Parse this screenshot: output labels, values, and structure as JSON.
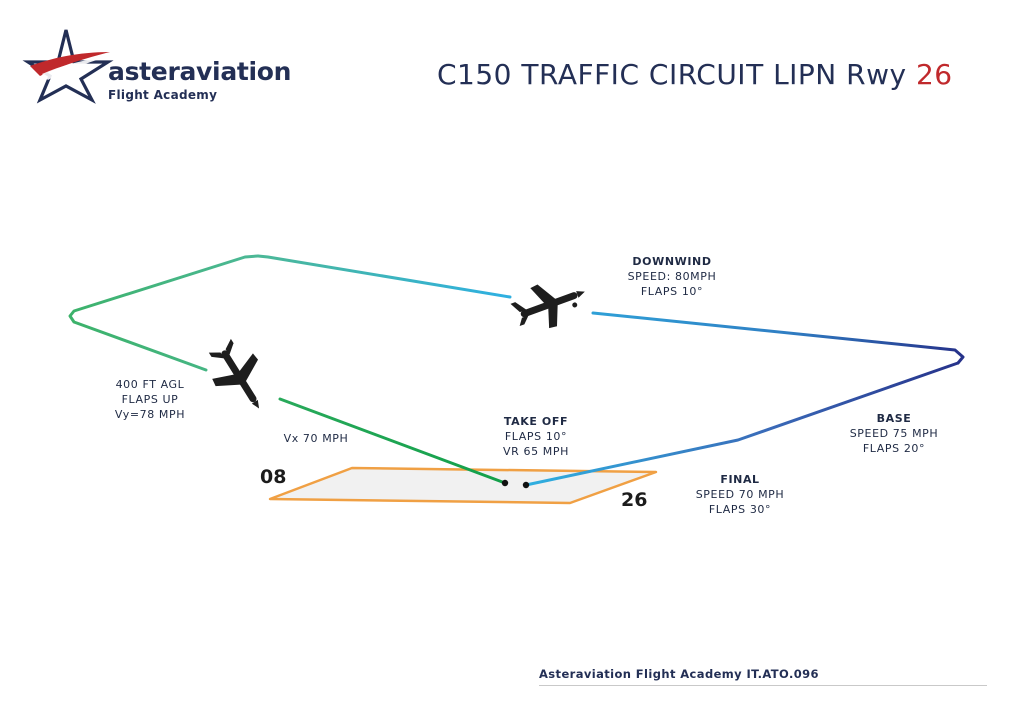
{
  "logo": {
    "brand": "asteraviation",
    "tagline": "Flight Academy"
  },
  "title": {
    "main": "C150 TRAFFIC CIRCUIT LIPN Rwy ",
    "runway": "26"
  },
  "runway": {
    "left_number": "08",
    "right_number": "26"
  },
  "legs": {
    "downwind": [
      "DOWNWIND",
      "SPEED: 80MPH",
      "FLAPS 10°"
    ],
    "climb": [
      "400 FT AGL",
      "FLAPS UP",
      "Vy=78 MPH"
    ],
    "vx": "Vx 70 MPH",
    "takeoff": [
      "TAKE OFF",
      "FLAPS 10°",
      "VR 65 MPH"
    ],
    "base": [
      "BASE",
      "SPEED 75 MPH",
      "FLAPS 20°"
    ],
    "final": [
      "FINAL",
      "SPEED 70 MPH",
      "FLAPS 30°"
    ]
  },
  "colors": {
    "navy": "#232f55",
    "red": "#c0292c",
    "green": "#1aa34a",
    "blue": "#2fb0e0",
    "dark_blue": "#26328a",
    "runway_outline": "#f0a044"
  },
  "footer": "Asteraviation Flight Academy IT.ATO.096"
}
